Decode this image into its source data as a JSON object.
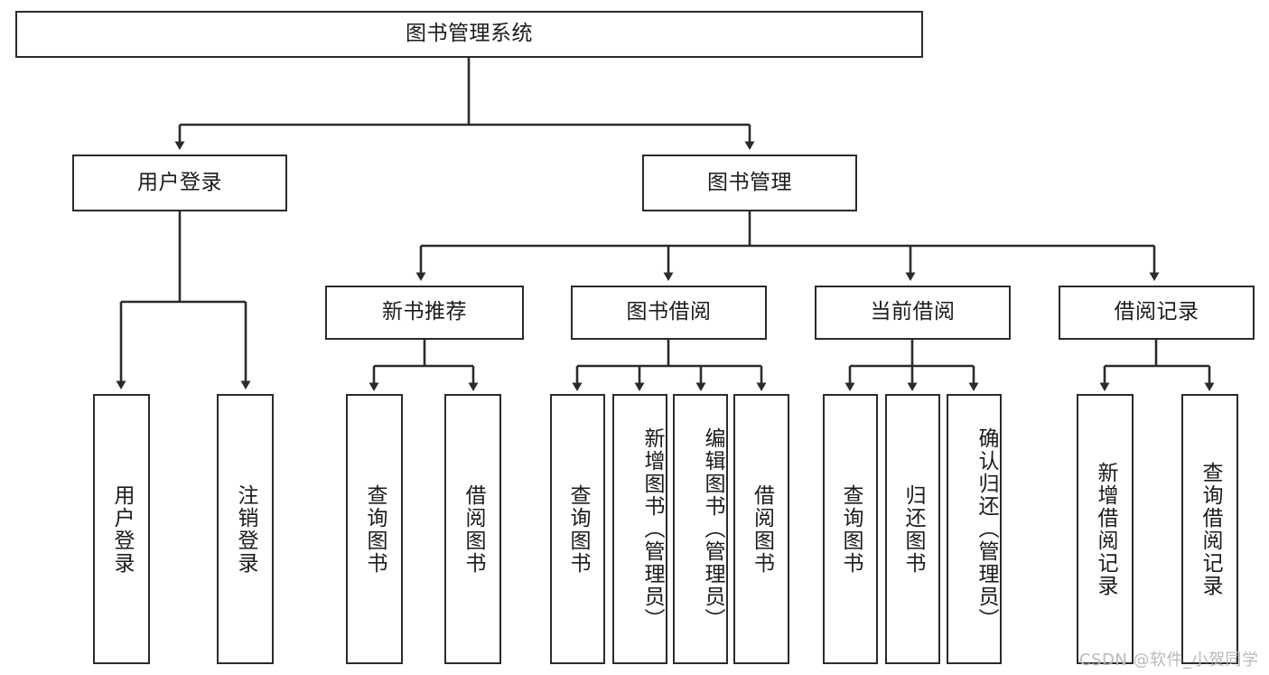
{
  "diagram": {
    "title": "图书管理系统",
    "type": "hierarchy-tree",
    "root": {
      "label": "图书管理系统",
      "orientation": "horizontal"
    },
    "level2": [
      {
        "label": "用户登录",
        "orientation": "horizontal"
      },
      {
        "label": "图书管理",
        "orientation": "horizontal"
      }
    ],
    "level3": [
      {
        "label": "新书推荐",
        "orientation": "horizontal",
        "parent": "图书管理"
      },
      {
        "label": "图书借阅",
        "orientation": "horizontal",
        "parent": "图书管理"
      },
      {
        "label": "当前借阅",
        "orientation": "horizontal",
        "parent": "图书管理"
      },
      {
        "label": "借阅记录",
        "orientation": "horizontal",
        "parent": "图书管理"
      }
    ],
    "leaves": {
      "user_login": [
        {
          "label": "用户登录",
          "orientation": "vertical"
        },
        {
          "label": "注销登录",
          "orientation": "vertical"
        }
      ],
      "new_book": [
        {
          "label": "查询图书",
          "orientation": "vertical"
        },
        {
          "label": "借阅图书",
          "orientation": "vertical"
        }
      ],
      "borrow": [
        {
          "label": "查询图书",
          "orientation": "vertical"
        },
        {
          "label": "新增图书（管理员）",
          "orientation": "vertical"
        },
        {
          "label": "编辑图书（管理员）",
          "orientation": "vertical"
        },
        {
          "label": "借阅图书",
          "orientation": "vertical"
        }
      ],
      "current": [
        {
          "label": "查询图书",
          "orientation": "vertical"
        },
        {
          "label": "归还图书",
          "orientation": "vertical"
        },
        {
          "label": "确认归还（管理员）",
          "orientation": "vertical"
        }
      ],
      "records": [
        {
          "label": "新增借阅记录",
          "orientation": "vertical"
        },
        {
          "label": "查询借阅记录",
          "orientation": "vertical"
        }
      ]
    }
  },
  "watermark": {
    "text": "CSDN @软件_小贺同学"
  },
  "colors": {
    "stroke": "#2b2b2b",
    "background": "#ffffff",
    "text": "#1b1b1b",
    "watermark": "#b9b9b9"
  }
}
